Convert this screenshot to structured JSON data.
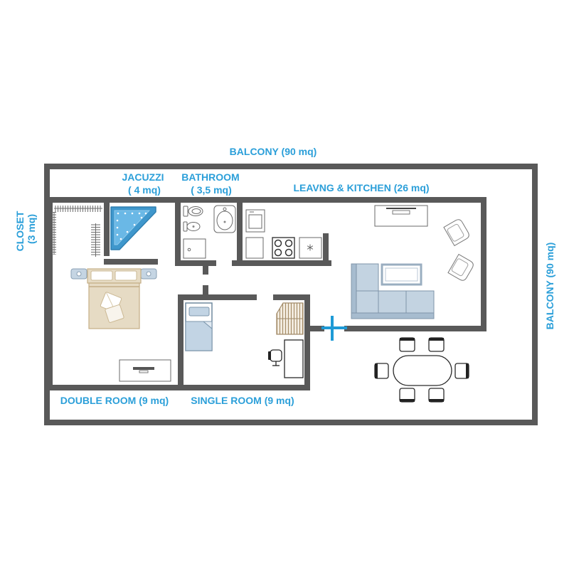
{
  "plan": {
    "balcony_top_label": "BALCONY (90 mq)",
    "balcony_right_label": "BALCONY (90 mq)",
    "jacuzzi_label": "JACUZZI",
    "jacuzzi_area": "( 4 mq)",
    "bathroom_label": "BATHROOM",
    "bathroom_area": "( 3,5 mq)",
    "living_kitchen_label": "LEAVNG & KITCHEN (26 mq)",
    "closet_label": "CLOSET",
    "closet_area": "(3 mq)",
    "double_room_label": "DOUBLE ROOM (9 mq)",
    "single_room_label": "SINGLE ROOM (9 mq)"
  },
  "icons": [
    "closet-rack-icon",
    "jacuzzi-icon",
    "toilet-icon",
    "bidet-icon",
    "washbasin-icon",
    "shower-tray-icon",
    "kitchen-sink-icon",
    "cabinet-icon",
    "cooktop-icon",
    "freezer-icon",
    "tv-unit-icon",
    "armchair-icon",
    "sofa-icon",
    "coffee-table-icon",
    "dining-table-icon",
    "dining-chair-icon",
    "double-bed-icon",
    "nightstand-icon",
    "dresser-icon",
    "single-bed-icon",
    "wardrobe-icon",
    "desk-icon",
    "desk-chair-icon",
    "door-marker-icon"
  ],
  "colors": {
    "label": "#2b9fd9",
    "wall": "#595959",
    "door": "#1e9ad6",
    "sofa": "#c3d3e1",
    "bed": "#e6dbc4",
    "jacuzzi": "#3f97cc"
  }
}
